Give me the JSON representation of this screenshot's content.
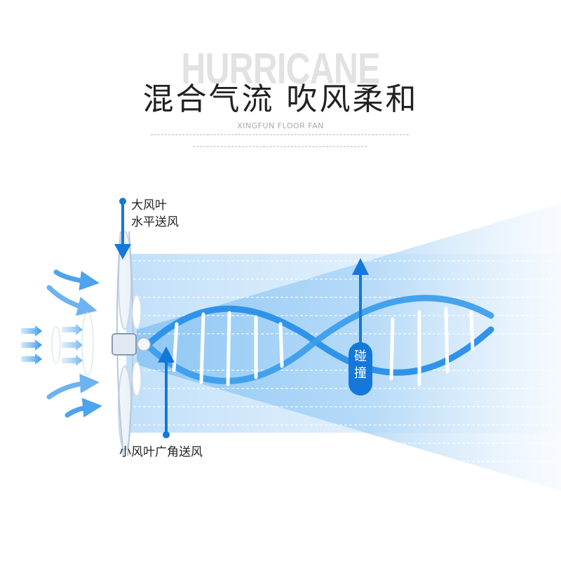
{
  "header": {
    "background_word": "HURRICANE",
    "title": "混合气流 吹风柔和",
    "subtitle": "XINGFUN FLOOR FAN"
  },
  "callouts": {
    "large_blade_line1": "大风叶",
    "large_blade_line2": "水平送风",
    "small_blade": "小风叶广角送风",
    "collision_char1": "碰",
    "collision_char2": "撞"
  },
  "colors": {
    "accent": "#1477db",
    "airflow_light": "#cfe6fb",
    "airflow_mid": "#8cc6f4",
    "helix": "#2f93ea",
    "title_text": "#222222",
    "background_word": "#e2e2e2"
  },
  "icons": [
    "intake-arrow-icon",
    "fan-head-icon",
    "callout-arrow-icon"
  ]
}
